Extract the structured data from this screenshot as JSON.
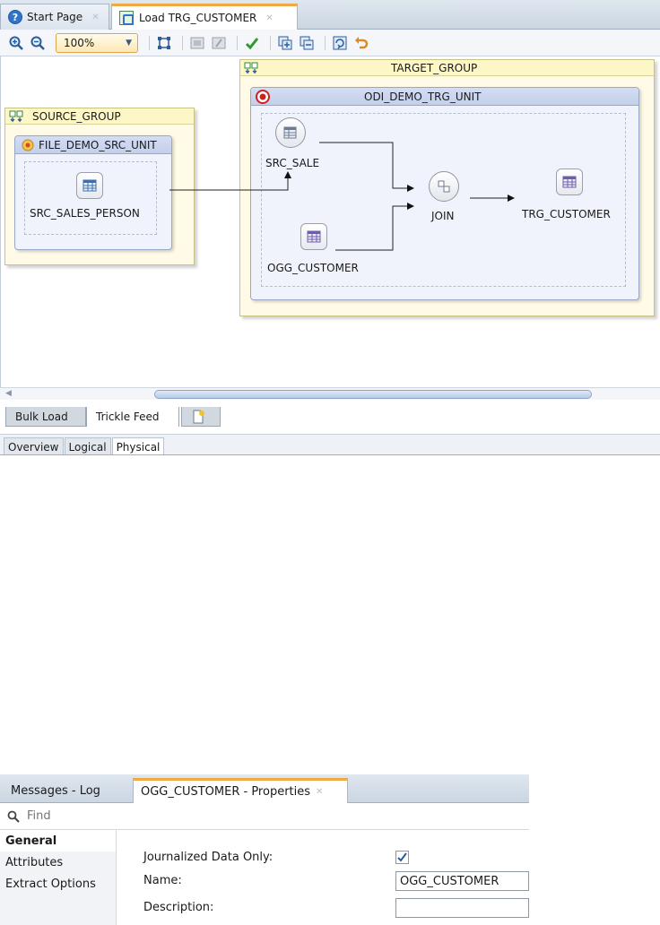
{
  "editor": {
    "tabs": [
      {
        "label": "Start Page",
        "icon": "help-icon"
      },
      {
        "label": "Load TRG_CUSTOMER",
        "icon": "mapping-icon"
      }
    ],
    "toolbar": {
      "zoom_value": "100%"
    },
    "diagram": {
      "source_group": {
        "title": "SOURCE_GROUP",
        "unit_title": "FILE_DEMO_SRC_UNIT",
        "nodes": [
          "SRC_SALES_PERSON"
        ]
      },
      "target_group": {
        "title": "TARGET_GROUP",
        "unit_title": "ODI_DEMO_TRG_UNIT",
        "nodes": [
          "SRC_SALE",
          "JOIN",
          "TRG_CUSTOMER",
          "OGG_CUSTOMER"
        ]
      }
    },
    "deployment_tabs": [
      "Bulk Load",
      "Trickle Feed"
    ],
    "view_tabs": [
      "Overview",
      "Logical",
      "Physical"
    ],
    "active_view": "Physical"
  },
  "properties": {
    "tabs": [
      {
        "label": "Messages - Log"
      },
      {
        "label": "OGG_CUSTOMER - Properties"
      }
    ],
    "find_placeholder": "Find",
    "nav": [
      "General",
      "Attributes",
      "Extract Options"
    ],
    "fields": {
      "journalized_label": "Journalized Data Only:",
      "journalized_checked": true,
      "name_label": "Name:",
      "name_value": "OGG_CUSTOMER",
      "description_label": "Description:",
      "description_value": ""
    }
  },
  "colors": {
    "accent_tab": "#f0a945",
    "group_fill": "#fffbe6",
    "unit_header": "#c4cfea"
  }
}
